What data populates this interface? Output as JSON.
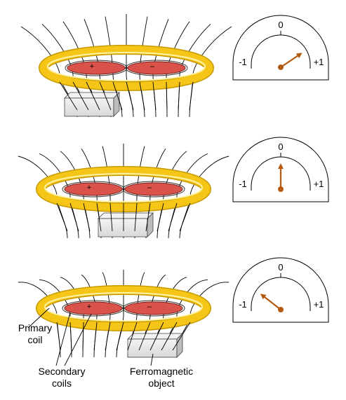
{
  "panels": [
    {
      "meter": {
        "tick_left": "-1",
        "tick_center": "0",
        "tick_right": "+1",
        "reading": 0.7
      }
    },
    {
      "meter": {
        "tick_left": "-1",
        "tick_center": "0",
        "tick_right": "+1",
        "reading": 0
      }
    },
    {
      "meter": {
        "tick_left": "-1",
        "tick_center": "0",
        "tick_right": "+1",
        "reading": -0.65
      }
    }
  ],
  "labels": {
    "primary_coil": [
      "Primary",
      "coil"
    ],
    "secondary_coils": [
      "Secondary",
      "coils"
    ],
    "ferromagnetic_object": [
      "Ferromagnetic",
      "object"
    ]
  },
  "coil_polarity": {
    "left": "+",
    "right": "–"
  },
  "colors": {
    "primary_coil": "#f5c518",
    "secondary_coil": "#d9534a",
    "needle": "#b35a10",
    "object": "#e6e6e6"
  }
}
